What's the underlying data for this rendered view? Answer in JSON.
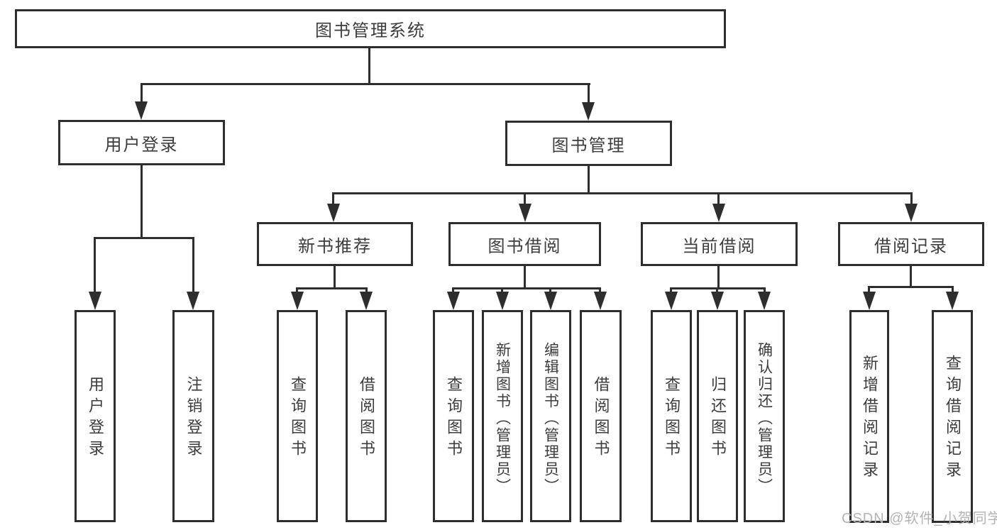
{
  "diagram": {
    "root": {
      "label": "图书管理系统"
    },
    "user_login": {
      "label": "用户登录",
      "children": [
        {
          "label": "用户登录"
        },
        {
          "label": "注销登录"
        }
      ]
    },
    "book_management": {
      "label": "图书管理",
      "groups": [
        {
          "label": "新书推荐",
          "children": [
            {
              "label": "查询图书"
            },
            {
              "label": "借阅图书"
            }
          ]
        },
        {
          "label": "图书借阅",
          "children": [
            {
              "label": "查询图书"
            },
            {
              "label": "新增图书（管理员）"
            },
            {
              "label": "编辑图书（管理员）"
            },
            {
              "label": "借阅图书"
            }
          ]
        },
        {
          "label": "当前借阅",
          "children": [
            {
              "label": "查询图书"
            },
            {
              "label": "归还图书"
            },
            {
              "label": "确认归还（管理员）"
            }
          ]
        },
        {
          "label": "借阅记录",
          "children": [
            {
              "label": "新增借阅记录"
            },
            {
              "label": "查询借阅记录"
            }
          ]
        }
      ]
    },
    "colors": {
      "line": "#2e2e2e",
      "text": "#3c3c3c",
      "background": "#ffffff"
    }
  },
  "watermark": {
    "label": "CSDN @软件_小贺同学",
    "color": "#b3b3b3"
  }
}
